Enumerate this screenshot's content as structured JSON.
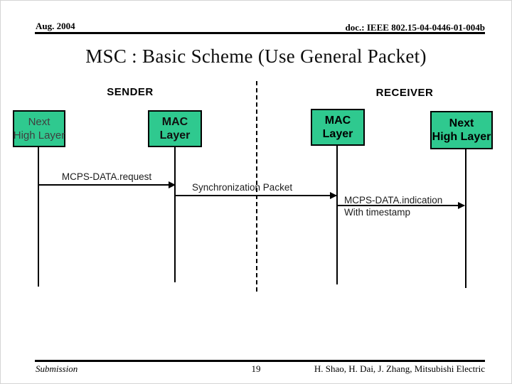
{
  "header": {
    "date": "Aug. 2004",
    "doc_number": "doc.: IEEE 802.15-04-0446-01-004b"
  },
  "title": "MSC : Basic Scheme (Use General Packet)",
  "diagram": {
    "box_color": "#2fc98f",
    "sender_label": "SENDER",
    "receiver_label": "RECEIVER",
    "boxes": {
      "sender_high": {
        "line1": "Next",
        "line2": "High Layer"
      },
      "sender_mac": {
        "line1": "MAC",
        "line2": "Layer"
      },
      "receiver_mac": {
        "line1": "MAC",
        "line2": "Layer"
      },
      "receiver_high": {
        "line1": "Next",
        "line2": "High Layer"
      }
    },
    "messages": {
      "request": "MCPS-DATA.request",
      "sync": "Synchronization Packet",
      "indication": "MCPS-DATA.indication",
      "indication_sub": "With timestamp"
    }
  },
  "footer": {
    "left": "Submission",
    "page": "19",
    "right": "H. Shao, H. Dai, J. Zhang, Mitsubishi Electric"
  }
}
